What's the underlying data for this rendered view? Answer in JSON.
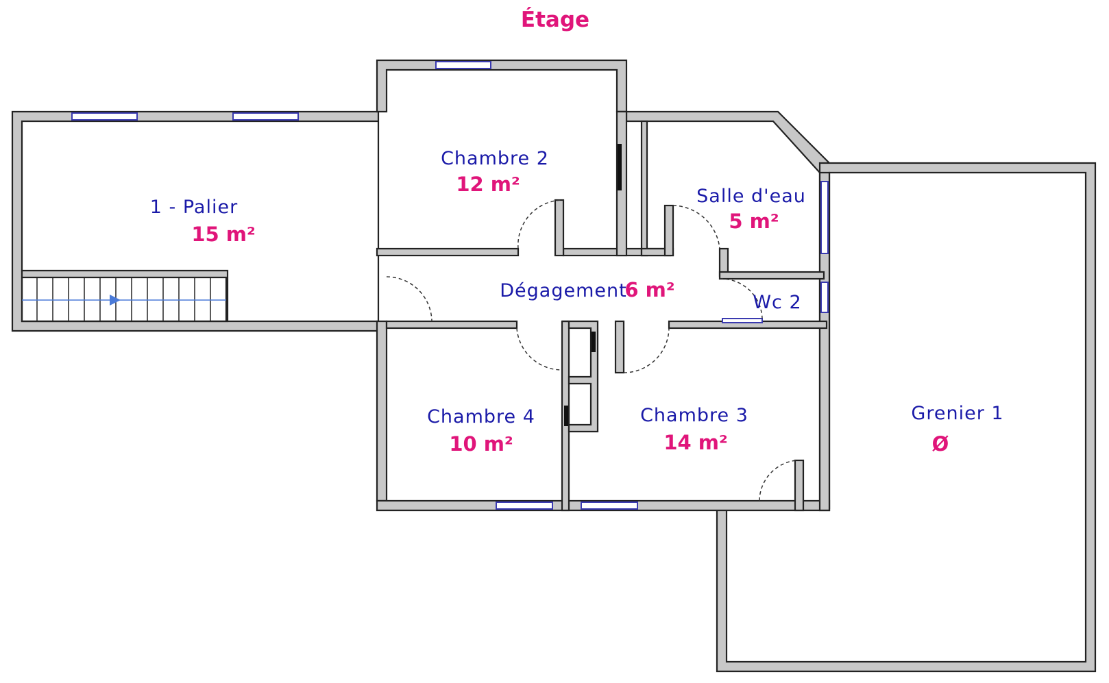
{
  "title": "Étage",
  "rooms": {
    "palier": {
      "name": "1 - Palier",
      "area": "15 m²"
    },
    "chambre2": {
      "name": "Chambre 2",
      "area": "12 m²"
    },
    "salle_eau": {
      "name": "Salle d'eau",
      "area": "5 m²"
    },
    "degagement": {
      "name": "Dégagement",
      "area": "6 m²"
    },
    "wc2": {
      "name": "Wc 2"
    },
    "chambre4": {
      "name": "Chambre 4",
      "area": "10 m²"
    },
    "chambre3": {
      "name": "Chambre 3",
      "area": "14 m²"
    },
    "grenier": {
      "name": "Grenier 1",
      "area": "Ø"
    }
  },
  "colors": {
    "room_label": "#1a1aa8",
    "area_label": "#e0157a",
    "wall_fill": "#c8c8c8",
    "wall_outline": "#222222",
    "window": "#3a3ab0",
    "stair_arrow": "#4a7ad8"
  }
}
